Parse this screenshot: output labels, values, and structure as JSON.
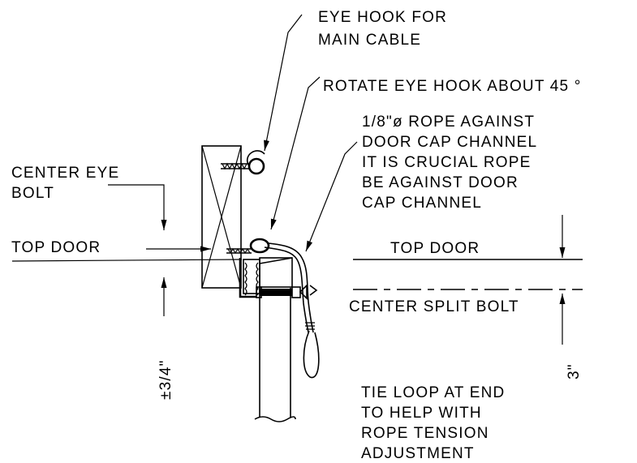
{
  "labels": {
    "eye_hook_line1": "EYE HOOK FOR",
    "eye_hook_line2": "MAIN CABLE",
    "rotate_note": "ROTATE EYE HOOK ABOUT 45 °",
    "rope_line1": "1/8\"ø ROPE AGAINST",
    "rope_line2": "DOOR CAP CHANNEL",
    "rope_line3": "IT IS CRUCIAL ROPE",
    "rope_line4": "BE AGAINST DOOR",
    "rope_line5": "CAP CHANNEL",
    "center_eye_line1": "CENTER EYE",
    "center_eye_line2": "BOLT",
    "top_door_left": "TOP DOOR",
    "top_door_right": "TOP DOOR",
    "center_split_bolt": "CENTER SPLIT BOLT",
    "dim_left": "±3/4\"",
    "dim_right": "3\"",
    "tie_line1": "TIE LOOP AT END",
    "tie_line2": "TO HELP WITH",
    "tie_line3": "ROPE TENSION",
    "tie_line4": "ADJUSTMENT"
  }
}
